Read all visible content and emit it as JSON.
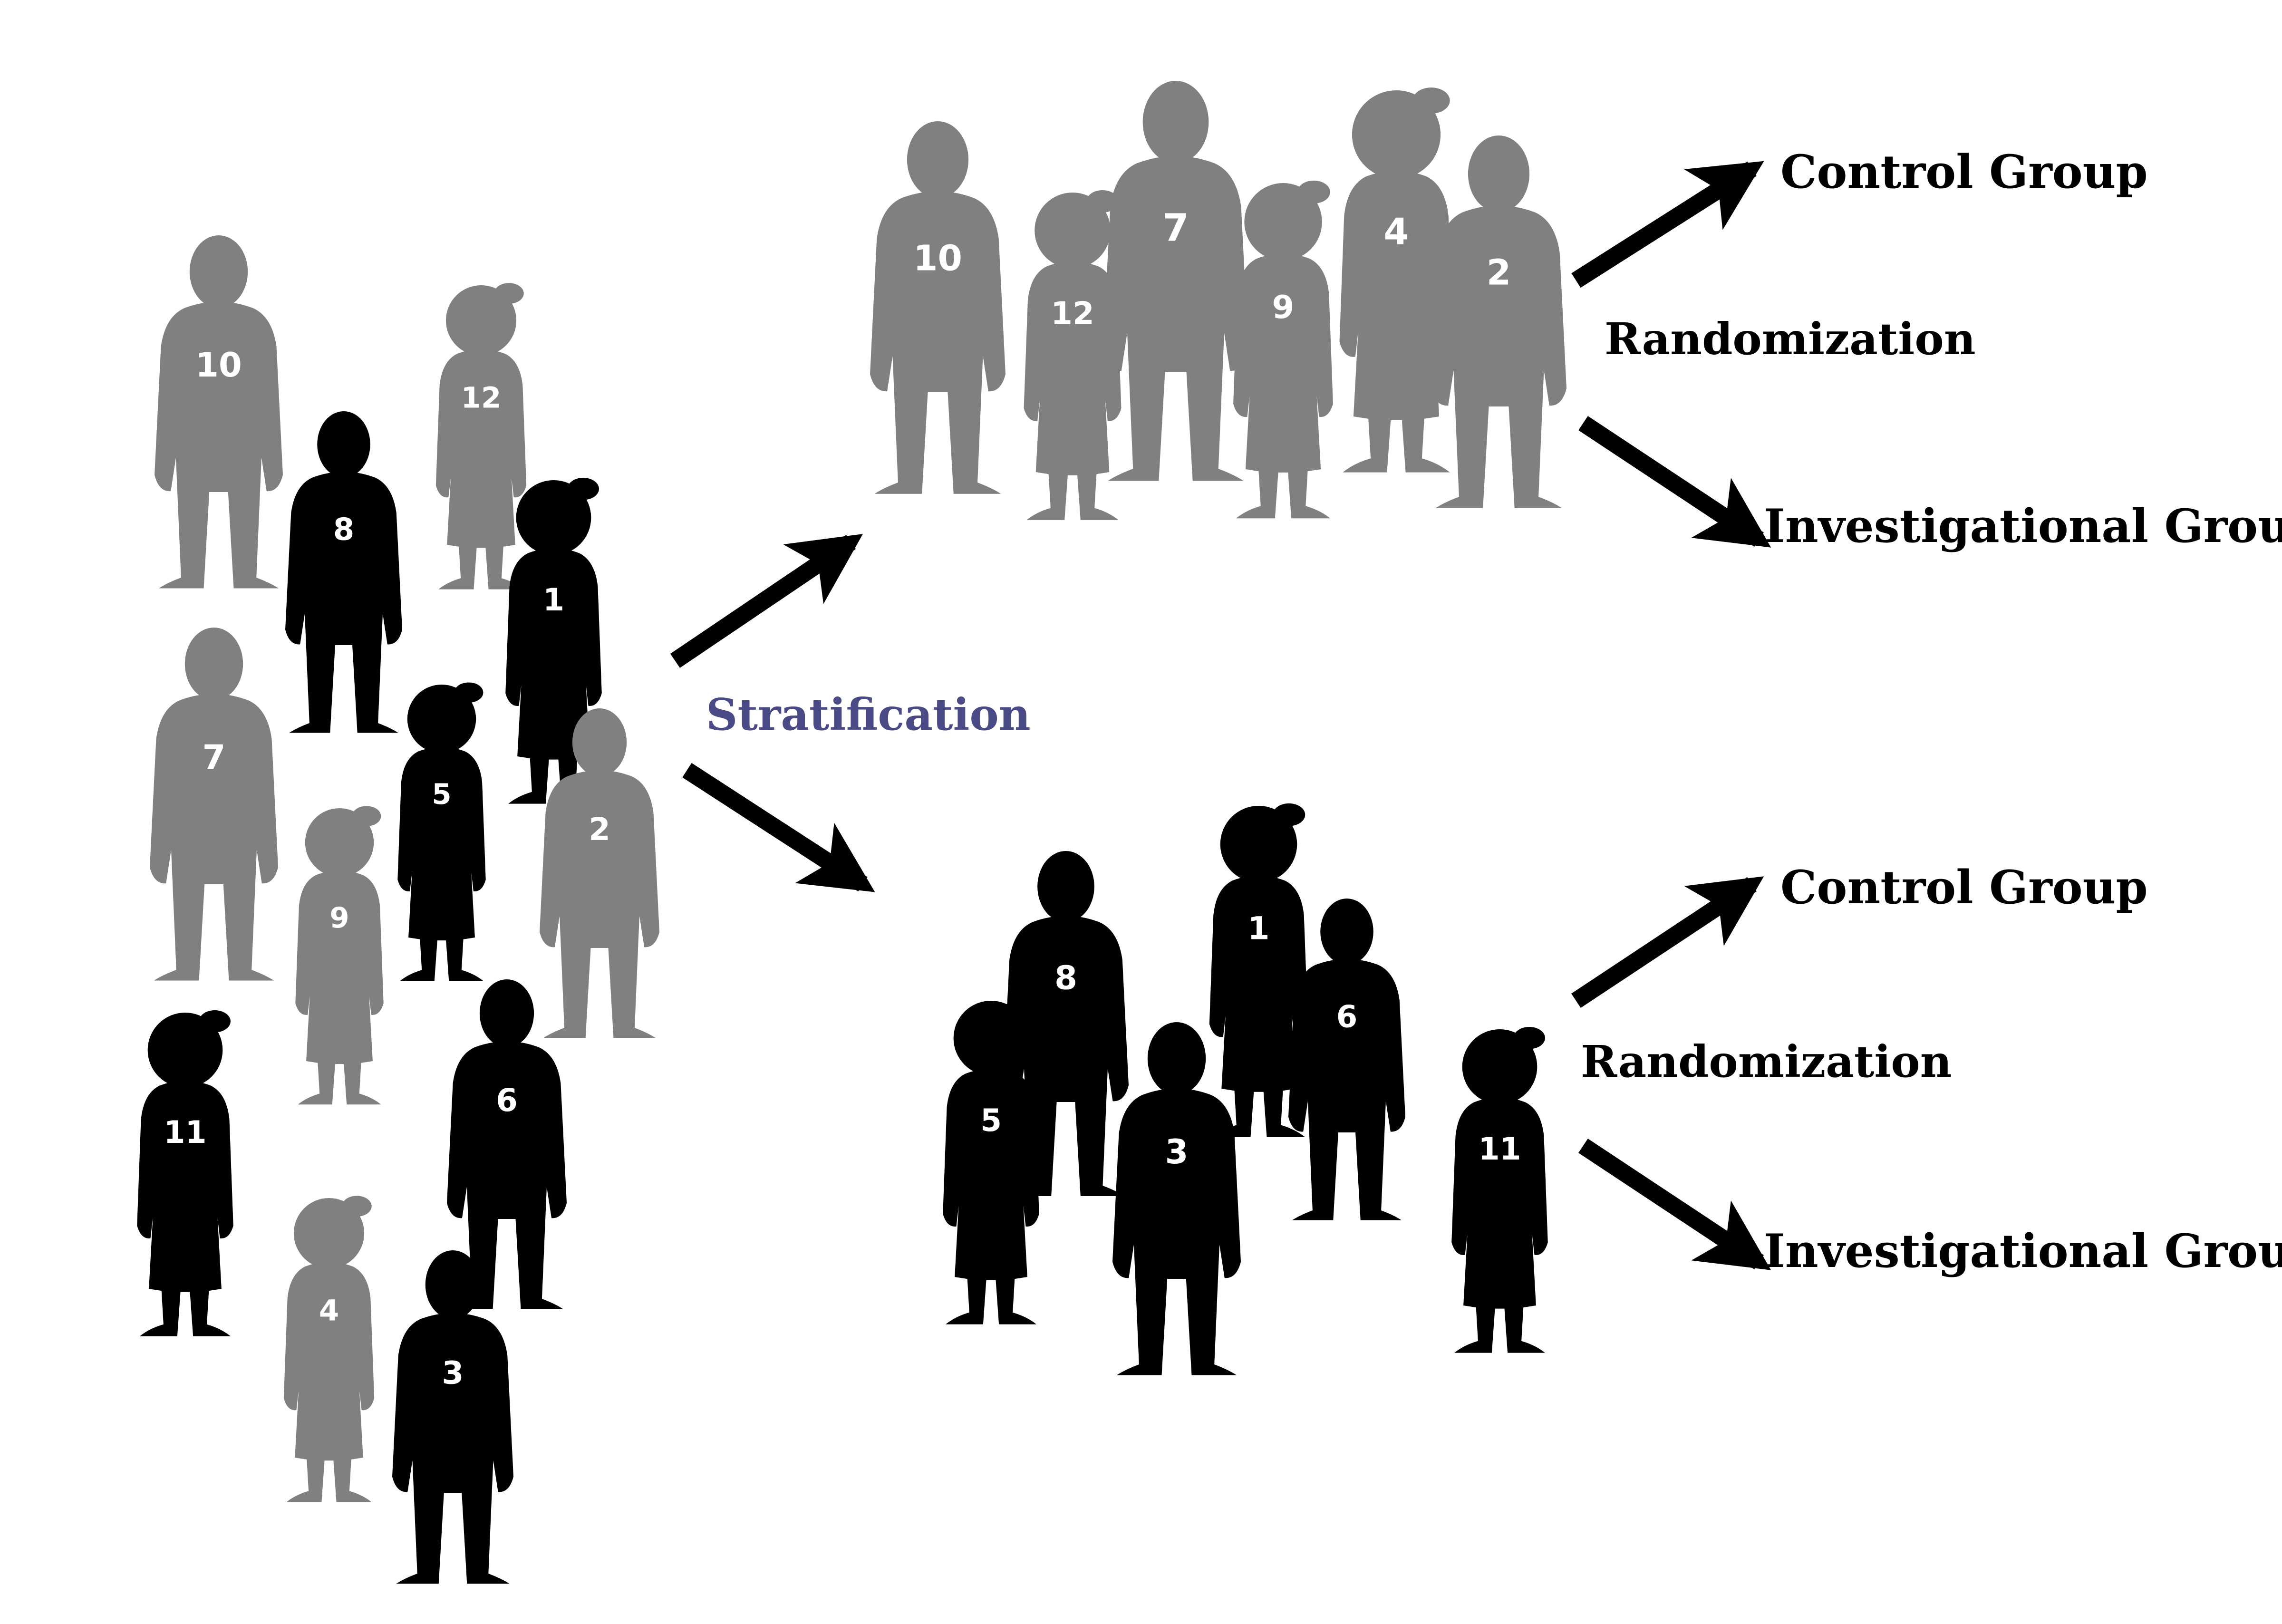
{
  "labels": {
    "stratification": "Stratification",
    "randomization": "Randomization",
    "control_group": "Control Group",
    "investigational_group": "Investigational Group"
  },
  "colors": {
    "stratum_gray": "#808080",
    "stratum_black": "#000000",
    "stratification_text": "#4a4a86",
    "arrow": "#000000"
  },
  "people": {
    "population": [
      {
        "number": "10",
        "stratum": "gray",
        "kind": "man"
      },
      {
        "number": "12",
        "stratum": "gray",
        "kind": "woman"
      },
      {
        "number": "8",
        "stratum": "black",
        "kind": "man"
      },
      {
        "number": "1",
        "stratum": "black",
        "kind": "woman"
      },
      {
        "number": "7",
        "stratum": "gray",
        "kind": "man"
      },
      {
        "number": "5",
        "stratum": "black",
        "kind": "woman"
      },
      {
        "number": "2",
        "stratum": "gray",
        "kind": "man"
      },
      {
        "number": "9",
        "stratum": "gray",
        "kind": "woman"
      },
      {
        "number": "11",
        "stratum": "black",
        "kind": "woman"
      },
      {
        "number": "6",
        "stratum": "black",
        "kind": "man"
      },
      {
        "number": "4",
        "stratum": "gray",
        "kind": "woman"
      },
      {
        "number": "3",
        "stratum": "black",
        "kind": "man"
      }
    ],
    "gray_stratum": [
      {
        "number": "10",
        "kind": "man"
      },
      {
        "number": "7",
        "kind": "man"
      },
      {
        "number": "4",
        "kind": "woman"
      },
      {
        "number": "12",
        "kind": "woman"
      },
      {
        "number": "9",
        "kind": "woman"
      },
      {
        "number": "2",
        "kind": "man"
      }
    ],
    "black_stratum": [
      {
        "number": "8",
        "kind": "man"
      },
      {
        "number": "1",
        "kind": "woman"
      },
      {
        "number": "6",
        "kind": "man"
      },
      {
        "number": "5",
        "kind": "woman"
      },
      {
        "number": "3",
        "kind": "man"
      },
      {
        "number": "11",
        "kind": "woman"
      }
    ]
  }
}
